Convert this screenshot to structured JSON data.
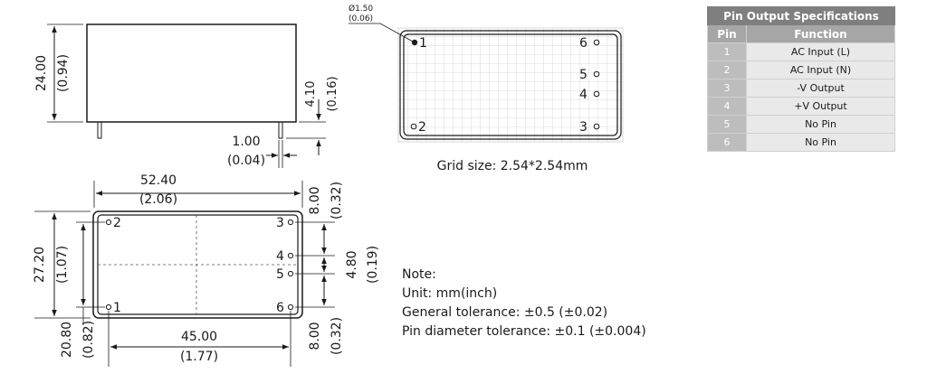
{
  "top_view": {
    "height_mm": "24.00",
    "height_in": "(0.94)",
    "pin_len_mm": "4.10",
    "pin_len_in": "(0.16)",
    "pin_w_mm": "1.00",
    "pin_w_in": "(0.04)"
  },
  "pin_grid": {
    "diameter_mm": "Ø1.50",
    "diameter_in": "(0.06)",
    "pins": [
      "1",
      "2",
      "3",
      "4",
      "5",
      "6"
    ],
    "caption": "Grid size: 2.54*2.54mm"
  },
  "bottom_view": {
    "length_mm": "52.40",
    "length_in": "(2.06)",
    "width_mm": "27.20",
    "width_in": "(1.07)",
    "inner_w_mm": "20.80",
    "inner_w_in": "(0.82)",
    "pitch_mm": "45.00",
    "pitch_in": "(1.77)",
    "right_top_mm": "8.00",
    "right_top_in": "(0.32)",
    "right_mid_mm": "4.80",
    "right_mid_in": "(0.19)",
    "right_bot_mm": "8.00",
    "right_bot_in": "(0.32)"
  },
  "pin_table": {
    "title": "Pin Output Specifications",
    "headers": [
      "Pin",
      "Function"
    ],
    "rows": [
      {
        "pin": "1",
        "function": "AC Input (L)"
      },
      {
        "pin": "2",
        "function": "AC Input (N)"
      },
      {
        "pin": "3",
        "function": "-V Output"
      },
      {
        "pin": "4",
        "function": "+V Output"
      },
      {
        "pin": "5",
        "function": "No Pin"
      },
      {
        "pin": "6",
        "function": "No Pin"
      }
    ]
  },
  "note": {
    "title": "Note:",
    "lines": [
      "Unit: mm(inch)",
      "General tolerance: ±0.5 (±0.02)",
      "Pin diameter tolerance: ±0.1 (±0.004)"
    ]
  }
}
